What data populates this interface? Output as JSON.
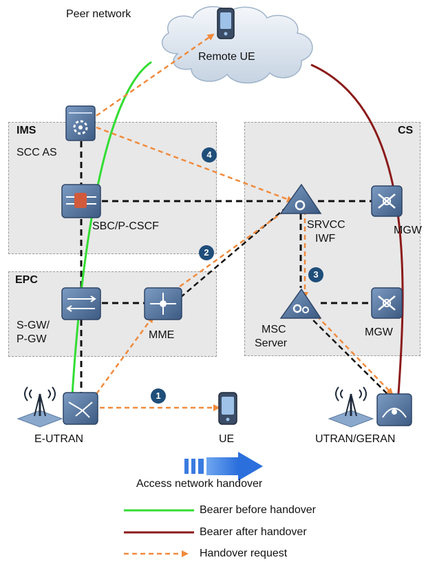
{
  "labels": {
    "peer_network": "Peer network",
    "remote_ue": "Remote UE",
    "ims": "IMS",
    "cs": "CS",
    "epc": "EPC",
    "scc_as": "SCC AS",
    "sbc_pcscf": "SBC/P-CSCF",
    "srvcc_iwf_line1": "SRVCC",
    "srvcc_iwf_line2": "IWF",
    "mgw_top": "MGW",
    "sgw_line1": "S-GW/",
    "sgw_line2": "P-GW",
    "mme": "MME",
    "msc_line1": "MSC",
    "msc_line2": "Server",
    "mgw_bottom": "MGW",
    "e_utran": "E-UTRAN",
    "ue": "UE",
    "utran_geran": "UTRAN/GERAN",
    "handover_caption": "Access network handover"
  },
  "steps": [
    "1",
    "2",
    "3",
    "4"
  ],
  "legend": [
    {
      "label": "Bearer before handover",
      "color": "#33dd33",
      "style": "solid"
    },
    {
      "label": "Bearer after handover",
      "color": "#8b1a1a",
      "style": "solid"
    },
    {
      "label": "Handover request",
      "color": "#f08a3c",
      "style": "dashed-arrow"
    }
  ],
  "colors": {
    "zone_fill": "#e8e8e8",
    "device_fill": "#5878a0",
    "step_badge": "#1f4e7a",
    "handover_arrow": "#3a7be0"
  }
}
